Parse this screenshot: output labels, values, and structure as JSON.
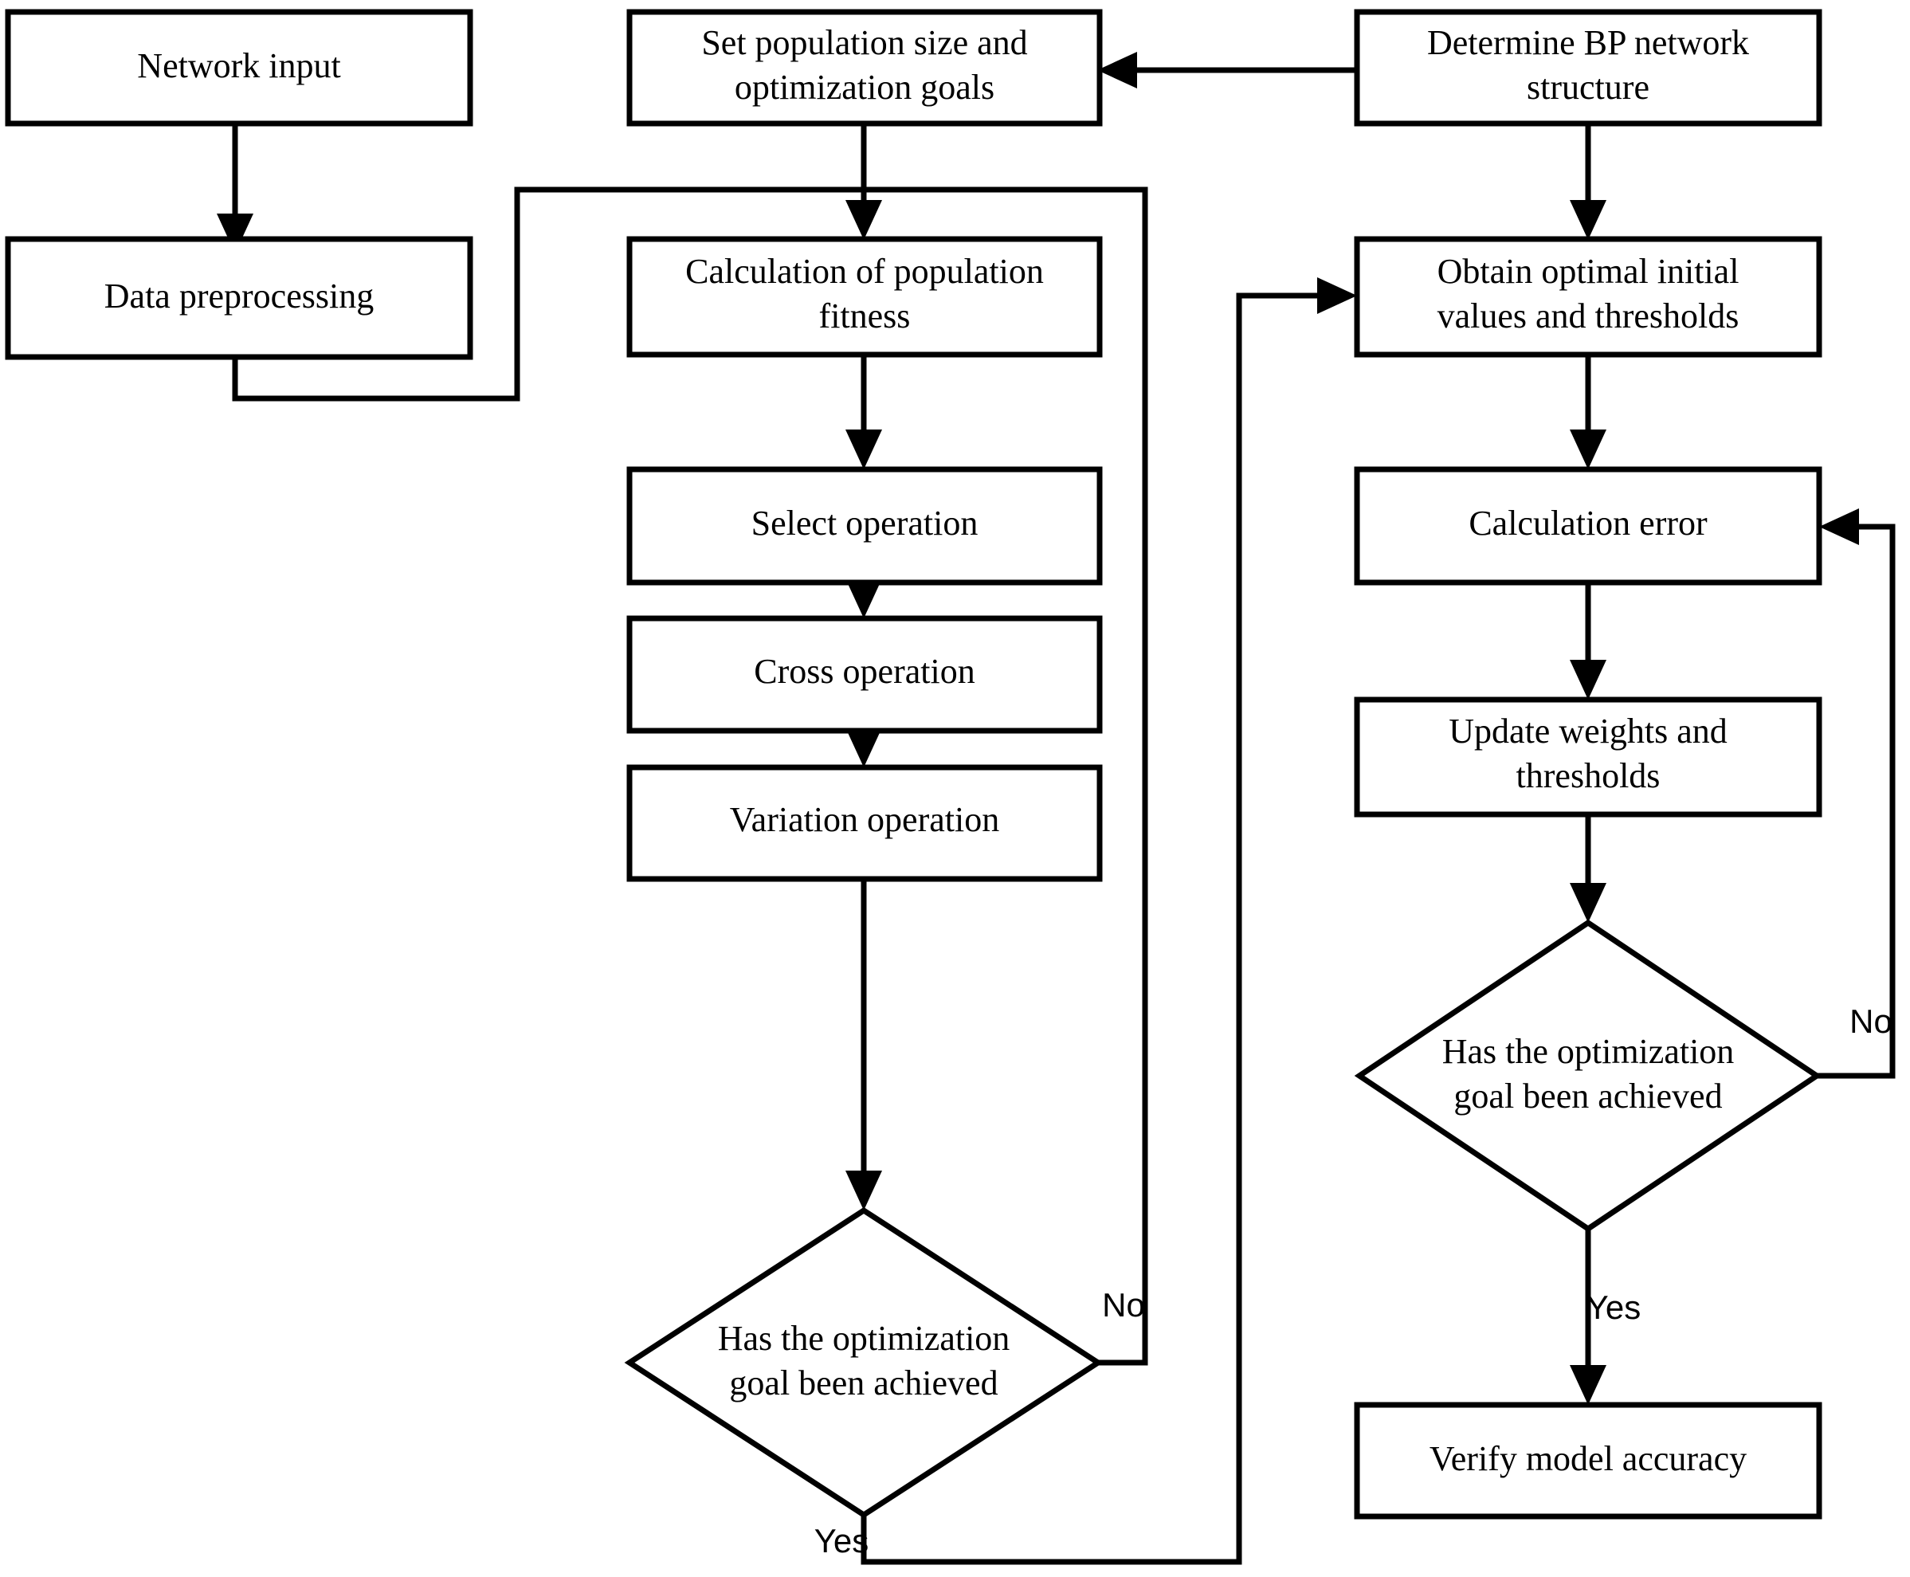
{
  "diagram": {
    "title": "GA-BP neural network optimization flowchart",
    "background_color": "#ffffff",
    "line_color": "#000000",
    "node_fill": "#ffffff",
    "nodes": [
      {
        "id": "network-input",
        "shape": "rect",
        "label": "Network input",
        "lines": [
          "Network input"
        ]
      },
      {
        "id": "data-preprocessing",
        "shape": "rect",
        "label": "Data preprocessing",
        "lines": [
          "Data preprocessing"
        ]
      },
      {
        "id": "set-population",
        "shape": "rect",
        "label": "Set population size and optimization goals",
        "lines": [
          "Set population size and",
          "optimization goals"
        ]
      },
      {
        "id": "determine-bp",
        "shape": "rect",
        "label": "Determine BP network structure",
        "lines": [
          "Determine BP network",
          "structure"
        ]
      },
      {
        "id": "calc-fitness",
        "shape": "rect",
        "label": "Calculation of population fitness",
        "lines": [
          "Calculation of population",
          "fitness"
        ]
      },
      {
        "id": "select-operation",
        "shape": "rect",
        "label": "Select operation",
        "lines": [
          "Select operation"
        ]
      },
      {
        "id": "cross-operation",
        "shape": "rect",
        "label": "Cross operation",
        "lines": [
          "Cross operation"
        ]
      },
      {
        "id": "variation-operation",
        "shape": "rect",
        "label": "Variation operation",
        "lines": [
          "Variation operation"
        ]
      },
      {
        "id": "ga-decision",
        "shape": "diamond",
        "label": "Has the optimization goal been achieved",
        "lines": [
          "Has the optimization",
          "goal been achieved"
        ]
      },
      {
        "id": "obtain-optimal",
        "shape": "rect",
        "label": "Obtain optimal initial values and thresholds",
        "lines": [
          "Obtain optimal initial",
          "values and thresholds"
        ]
      },
      {
        "id": "calculation-error",
        "shape": "rect",
        "label": "Calculation error",
        "lines": [
          "Calculation error"
        ]
      },
      {
        "id": "update-weights",
        "shape": "rect",
        "label": "Update weights and thresholds",
        "lines": [
          "Update weights and",
          "thresholds"
        ]
      },
      {
        "id": "bp-decision",
        "shape": "diamond",
        "label": "Has the optimization goal been achieved",
        "lines": [
          "Has the optimization",
          "goal been achieved"
        ]
      },
      {
        "id": "verify-accuracy",
        "shape": "rect",
        "label": "Verify model accuracy",
        "lines": [
          "Verify model accuracy"
        ]
      }
    ],
    "edge_labels": [
      {
        "id": "ga-no",
        "text": "No",
        "from": "ga-decision",
        "branch": "no"
      },
      {
        "id": "ga-yes",
        "text": "Yes",
        "from": "ga-decision",
        "branch": "yes"
      },
      {
        "id": "bp-no",
        "text": "No",
        "from": "bp-decision",
        "branch": "no"
      },
      {
        "id": "bp-yes",
        "text": "Yes",
        "from": "bp-decision",
        "branch": "yes"
      }
    ],
    "edges": [
      {
        "id": "e-input-to-preprocess",
        "from": "network-input",
        "to": "data-preprocessing",
        "label": ""
      },
      {
        "id": "e-preprocess-to-fitness",
        "from": "data-preprocessing",
        "to": "calc-fitness",
        "label": ""
      },
      {
        "id": "e-bp-to-population",
        "from": "determine-bp",
        "to": "set-population",
        "label": ""
      },
      {
        "id": "e-population-to-fitness",
        "from": "set-population",
        "to": "calc-fitness",
        "label": ""
      },
      {
        "id": "e-fitness-to-select",
        "from": "calc-fitness",
        "to": "select-operation",
        "label": ""
      },
      {
        "id": "e-select-to-cross",
        "from": "select-operation",
        "to": "cross-operation",
        "label": ""
      },
      {
        "id": "e-cross-to-variation",
        "from": "cross-operation",
        "to": "variation-operation",
        "label": ""
      },
      {
        "id": "e-variation-to-decision",
        "from": "variation-operation",
        "to": "ga-decision",
        "label": ""
      },
      {
        "id": "e-ga-no-to-fitness",
        "from": "ga-decision",
        "to": "calc-fitness",
        "label": "No"
      },
      {
        "id": "e-ga-yes-to-obtain",
        "from": "ga-decision",
        "to": "obtain-optimal",
        "label": "Yes"
      },
      {
        "id": "e-bp-struct-to-obtain",
        "from": "determine-bp",
        "to": "obtain-optimal",
        "label": ""
      },
      {
        "id": "e-obtain-to-error",
        "from": "obtain-optimal",
        "to": "calculation-error",
        "label": ""
      },
      {
        "id": "e-error-to-update",
        "from": "calculation-error",
        "to": "update-weights",
        "label": ""
      },
      {
        "id": "e-update-to-decision",
        "from": "update-weights",
        "to": "bp-decision",
        "label": ""
      },
      {
        "id": "e-bp-no-to-error",
        "from": "bp-decision",
        "to": "calculation-error",
        "label": "No"
      },
      {
        "id": "e-bp-yes-to-verify",
        "from": "bp-decision",
        "to": "verify-accuracy",
        "label": "Yes"
      }
    ]
  }
}
